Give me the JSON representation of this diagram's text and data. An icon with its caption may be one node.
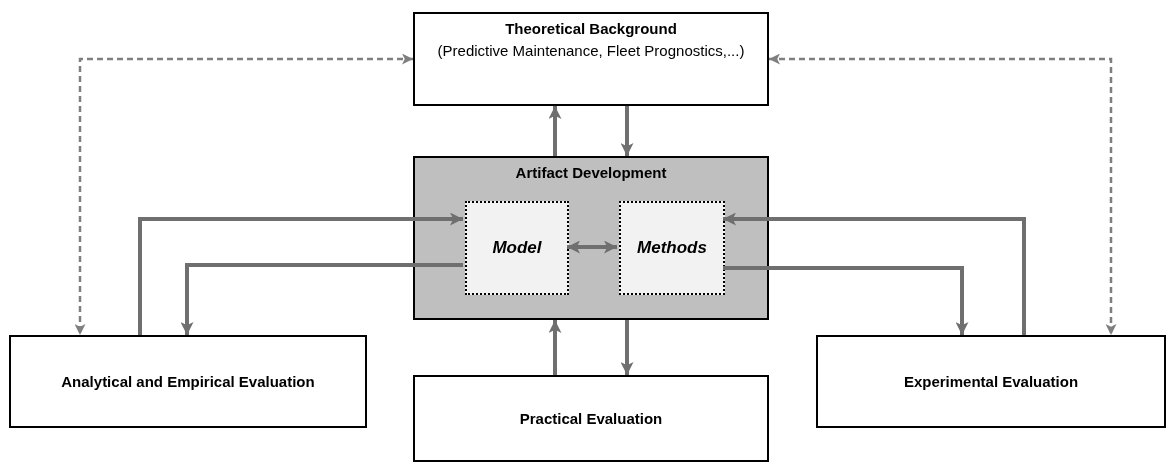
{
  "diagram": {
    "nodes": [
      {
        "text": [
          "Theoretical Background",
          "(Predictive Maintenance, Fleet Prognostics,...)"
        ]
      },
      {
        "text": [
          "Artifact Development"
        ]
      },
      {
        "text": [
          "Model"
        ],
        "in": 1
      },
      {
        "text": [
          "Methods"
        ],
        "in": 1
      },
      {
        "text": [
          "Analytical and Empirical Evaluation"
        ]
      },
      {
        "text": [
          "Practical Evaluation"
        ]
      },
      {
        "text": [
          "Experimental Evaluation"
        ]
      }
    ],
    "edges": [
      {
        "from": 1,
        "to": 0,
        "arrow": "to"
      },
      {
        "from": 0,
        "to": 1,
        "arrow": "to"
      },
      {
        "from": 0,
        "to": 4,
        "arrow": "both",
        "style": "dashed"
      },
      {
        "from": 0,
        "to": 6,
        "arrow": "both",
        "style": "dashed"
      },
      {
        "from": 4,
        "to": 2,
        "arrow": "to"
      },
      {
        "from": 2,
        "to": 4,
        "arrow": "to"
      },
      {
        "from": 2,
        "to": 3,
        "arrow": "both"
      },
      {
        "from": 6,
        "to": 3,
        "arrow": "to"
      },
      {
        "from": 3,
        "to": 6,
        "arrow": "to"
      },
      {
        "from": 5,
        "to": 1,
        "arrow": "to"
      },
      {
        "from": 1,
        "to": 5,
        "arrow": "to"
      }
    ]
  }
}
